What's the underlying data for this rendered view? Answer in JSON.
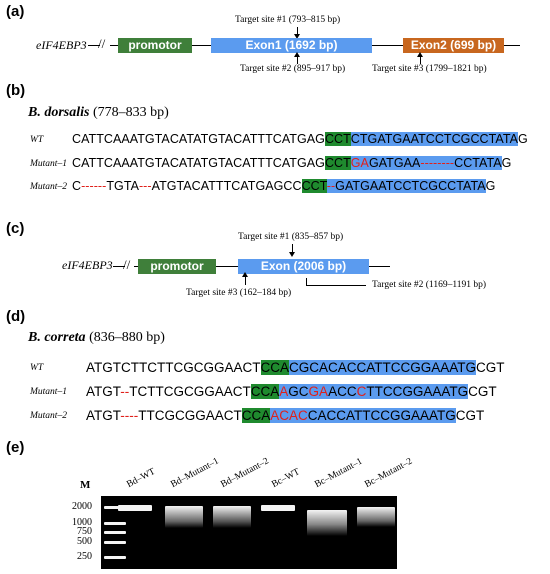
{
  "panel_a": {
    "label": "(a)",
    "gene": "eIF4EBP3",
    "promotor": "promotor",
    "exon1": "Exon1 (1692 bp)",
    "exon2": "Exon2 (699 bp)",
    "target1": "Target site #1 (793–815 bp)",
    "target2": "Target site #2 (895–917 bp)",
    "target3": "Target site #3 (1799–1821 bp)",
    "colors": {
      "promotor": "#3f7f3a",
      "exon": "#5b9bef",
      "exon2": "#c8671f"
    }
  },
  "panel_b": {
    "label": "(b)",
    "species": "B. dorsalis",
    "range": "(778–833 bp)",
    "rows": [
      {
        "name": "WT",
        "parts": [
          "CATTCAAATGTACATATGTACATTTCATGAG",
          "CCT",
          "CTGATGAATCCTCGCCTATA",
          "G"
        ]
      },
      {
        "name": "Mutant–1",
        "parts": [
          "CATTCAAATGTACATATGTACATTTCATGAG",
          "CCT",
          "GA",
          "GATGAA",
          "--------",
          "CCTATA",
          "G"
        ]
      },
      {
        "name": "Mutant–2",
        "parts": [
          "C",
          "------",
          "TGTA",
          "---",
          "ATGTACATTTCATGAGCC",
          "CCT",
          "--",
          "GATGAATCCTCGCCTATA",
          "G"
        ]
      }
    ]
  },
  "panel_c": {
    "label": "(c)",
    "gene": "eIF4EBP3",
    "promotor": "promotor",
    "exon": "Exon (2006 bp)",
    "target1": "Target site #1 (835–857 bp)",
    "target2": "Target site #2 (1169–1191 bp)",
    "target3": "Target site #3 (162–184 bp)"
  },
  "panel_d": {
    "label": "(d)",
    "species": "B. correta",
    "range": "(836–880 bp)",
    "rows": [
      {
        "name": "WT",
        "parts": [
          "ATGTCTTCTTCGCGGAACT",
          "CCA",
          "CGCACACCATTCCGGAAATG",
          "CGT"
        ]
      },
      {
        "name": "Mutant–1",
        "parts": [
          "ATGT",
          "--",
          "TCTTCGCGGAACT",
          "CCA",
          "A",
          "GC",
          "GA",
          "ACC",
          "C",
          "TTCCGGAAATG",
          "CGT"
        ]
      },
      {
        "name": "Mutant–2",
        "parts": [
          "ATGT",
          "----",
          "TTCGCGGAACT",
          "CCA",
          "ACAC",
          "CACCATTCCGGAAATG",
          "CGT"
        ]
      }
    ]
  },
  "panel_e": {
    "label": "(e)",
    "marker": "M",
    "ladder": [
      "2000",
      "1000",
      "750",
      "500",
      "250"
    ],
    "lanes": [
      "Bd–WT",
      "Bd–Mutant–1",
      "Bd–Mutant–2",
      "Bc–WT",
      "Bc–Mutant–1",
      "Bc–Mutant–2"
    ]
  }
}
